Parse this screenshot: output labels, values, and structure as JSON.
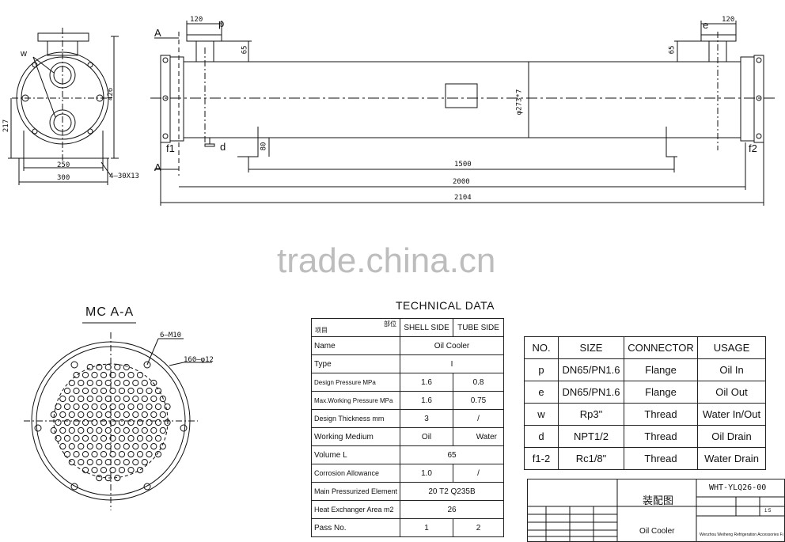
{
  "dimensions": {
    "d120_left": "120",
    "d120_right": "120",
    "d65_left": "65",
    "d65_right": "65",
    "d426": "426",
    "d217": "217",
    "d250": "250",
    "d300": "300",
    "d4x30x13": "4—30X13",
    "d80": "80",
    "d1500": "1500",
    "d2000": "2000",
    "d2104": "2104",
    "d_phi273": "φ273*7"
  },
  "markers": {
    "A_top": "A",
    "A_bottom": "A",
    "p": "p",
    "e": "e",
    "w": "w",
    "d": "d",
    "f1": "f1",
    "f2": "f2"
  },
  "section": {
    "title": "MC A-A",
    "bolt_note": "6—M10",
    "tube_note": "160—φ12"
  },
  "watermark": "trade.china.cn",
  "technical_data": {
    "title": "TECHNICAL DATA",
    "header": {
      "item": "项目",
      "position": "部位",
      "shell": "SHELL SIDE",
      "tube": "TUBE SIDE"
    },
    "rows": [
      {
        "label": "Name",
        "value": "Oil Cooler"
      },
      {
        "label": "Type",
        "value": "I"
      },
      {
        "label": "Design Pressure MPa",
        "shell": "1.6",
        "tube": "0.8"
      },
      {
        "label": "Max.Working Pressure MPa",
        "shell": "1.6",
        "tube": "0.75"
      },
      {
        "label": "Design Thickness mm",
        "shell": "3",
        "tube": "/"
      },
      {
        "label": "Working Medium",
        "shell": "Oil",
        "tube": "Water"
      },
      {
        "label": "Volume  L",
        "value": "65"
      },
      {
        "label": "Corrosion Allowance",
        "shell": "1.0",
        "tube": "/"
      },
      {
        "label": "Main Pressurized Element",
        "value": "20 T2 Q235B"
      },
      {
        "label": "Heat Exchanger Area m2",
        "value": "26"
      },
      {
        "label": "Pass No.",
        "shell": "1",
        "tube": "2"
      }
    ]
  },
  "connectors": {
    "headers": [
      "NO.",
      "SIZE",
      "CONNECTOR",
      "USAGE"
    ],
    "rows": [
      [
        "p",
        "DN65/PN1.6",
        "Flange",
        "Oil In"
      ],
      [
        "e",
        "DN65/PN1.6",
        "Flange",
        "Oil Out"
      ],
      [
        "w",
        "Rp3\"",
        "Thread",
        "Water In/Out"
      ],
      [
        "d",
        "NPT1/2",
        "Thread",
        "Oil Drain"
      ],
      [
        "f1-2",
        "Rc1/8\"",
        "Thread",
        "Water Drain"
      ]
    ]
  },
  "title_block": {
    "drawing_name": "装配图",
    "drawing_no": "WHT-YLQ26-00",
    "product": "Oil Cooler",
    "company": "Wenzhou Weiheng Refrigeration Accessories Factory",
    "scale": "1:5"
  }
}
